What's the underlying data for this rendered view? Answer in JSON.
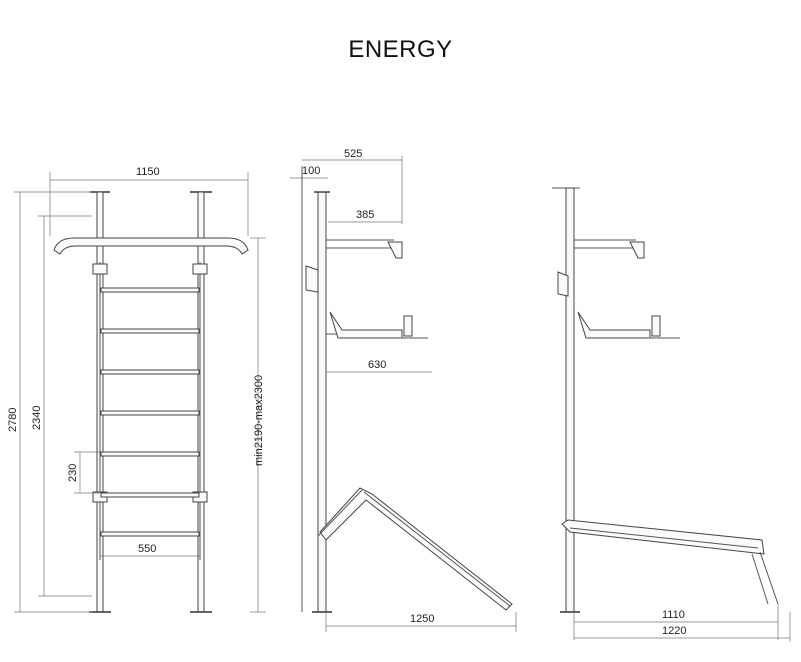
{
  "title": "ENERGY",
  "front_view": {
    "width": "1150",
    "height_total": "2780",
    "height_body": "2340",
    "rung_spacing": "230",
    "rung_width": "550",
    "pole_range": "min2190-max2300"
  },
  "side_view": {
    "top_depth": "525",
    "wall_gap": "100",
    "bar_depth": "385",
    "seat_depth": "630",
    "bench_length": "1250"
  },
  "side_view_2": {
    "bench_length": "1110",
    "total_depth": "1220"
  }
}
